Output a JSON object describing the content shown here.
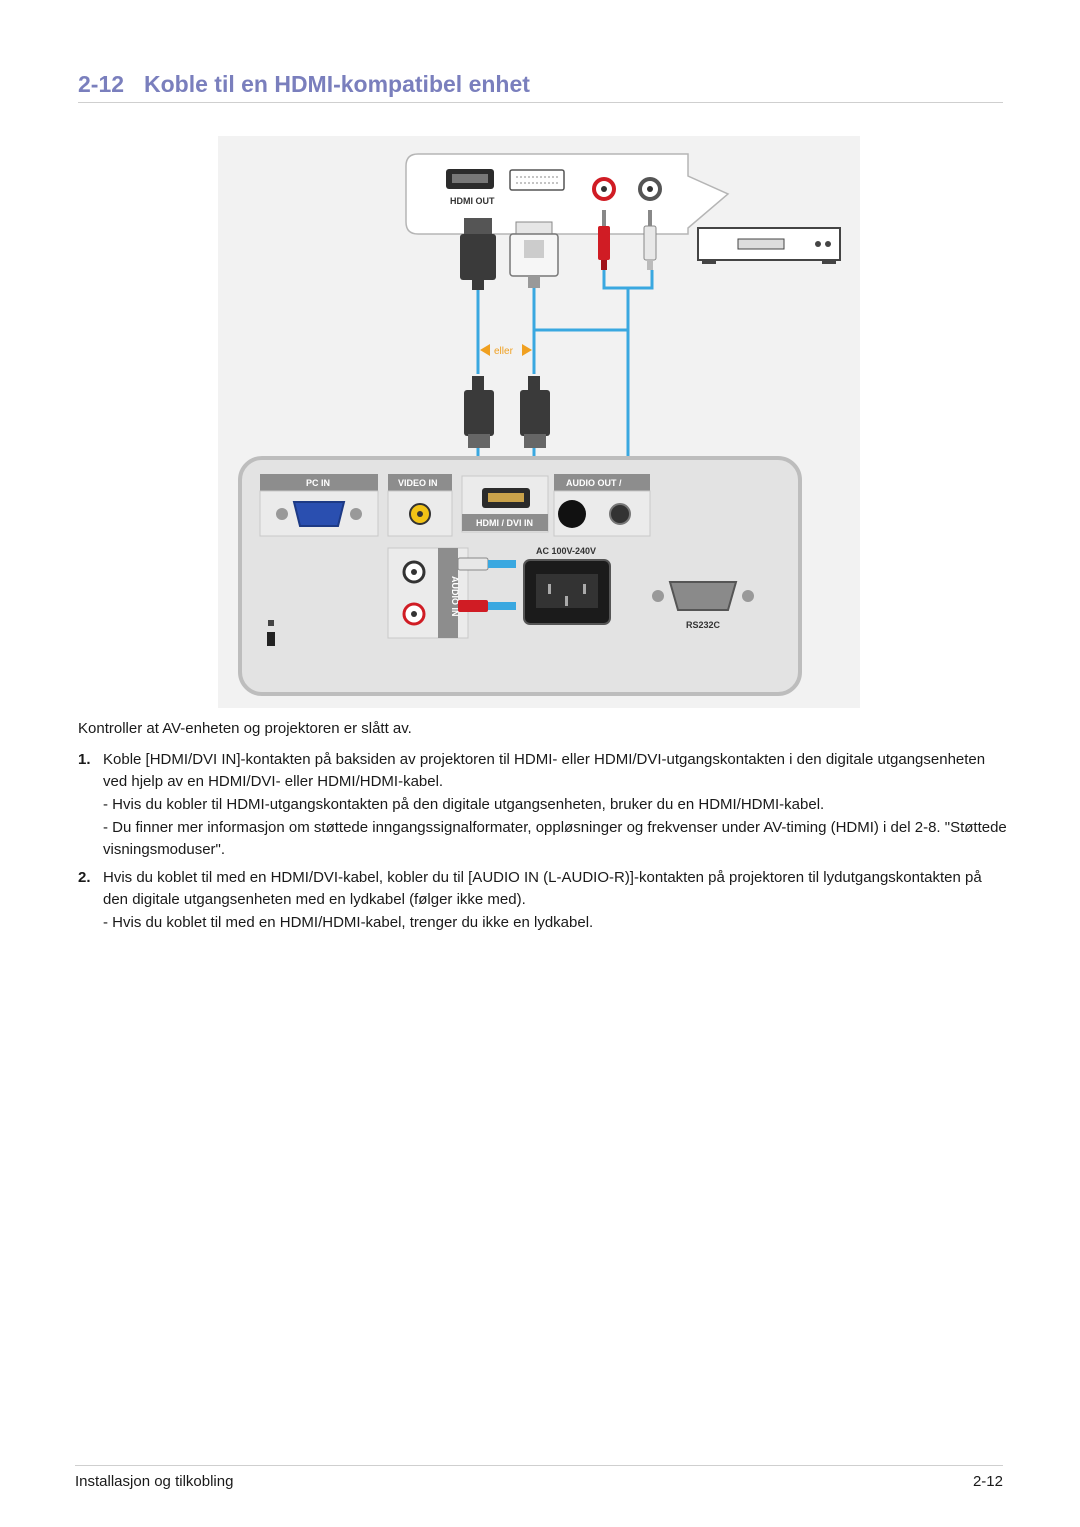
{
  "heading": {
    "number": "2-12",
    "title": "Koble til en HDMI-kompatibel enhet"
  },
  "figure": {
    "source_labels": {
      "hdmi_out": "HDMI OUT"
    },
    "or_label": "eller",
    "panel_labels": {
      "pc_in": "PC IN",
      "video_in": "VIDEO IN",
      "audio_out": "AUDIO OUT /",
      "hdmi_dvi_in": "HDMI / DVI IN",
      "ac": "AC 100V-240V",
      "audio_in": "AUDIO IN",
      "rs232c": "RS232C"
    },
    "colors": {
      "cable": "#3aa8e0",
      "heading": "#7a7fbd",
      "red": "#d01c24"
    }
  },
  "body": {
    "intro": "Kontroller at AV-enheten og projektoren er slått av.",
    "steps": [
      {
        "number": "1.",
        "text": "Koble [HDMI/DVI IN]-kontakten på baksiden av projektoren til HDMI- eller HDMI/DVI-utgangskontakten i den digitale utgangsenheten ved hjelp av en HDMI/DVI- eller HDMI/HDMI-kabel.",
        "notes": [
          "- Hvis du kobler til HDMI-utgangskontakten på den digitale utgangsenheten, bruker du en HDMI/HDMI-kabel.",
          "- Du finner mer informasjon om støttede inngangssignalformater, oppløsninger og frekvenser under AV-timing (HDMI) i del 2-8. \"Støttede visningsmoduser\"."
        ]
      },
      {
        "number": "2.",
        "text": "Hvis du koblet til med en HDMI/DVI-kabel, kobler du til [AUDIO IN (L-AUDIO-R)]-kontakten på projektoren til lydutgangskontakten på den digitale utgangsenheten med en lydkabel (følger ikke med).",
        "notes": [
          "- Hvis du koblet til med en HDMI/HDMI-kabel, trenger du ikke en lydkabel."
        ]
      }
    ]
  },
  "footer": {
    "section": "Installasjon og tilkobling",
    "page": "2-12"
  }
}
